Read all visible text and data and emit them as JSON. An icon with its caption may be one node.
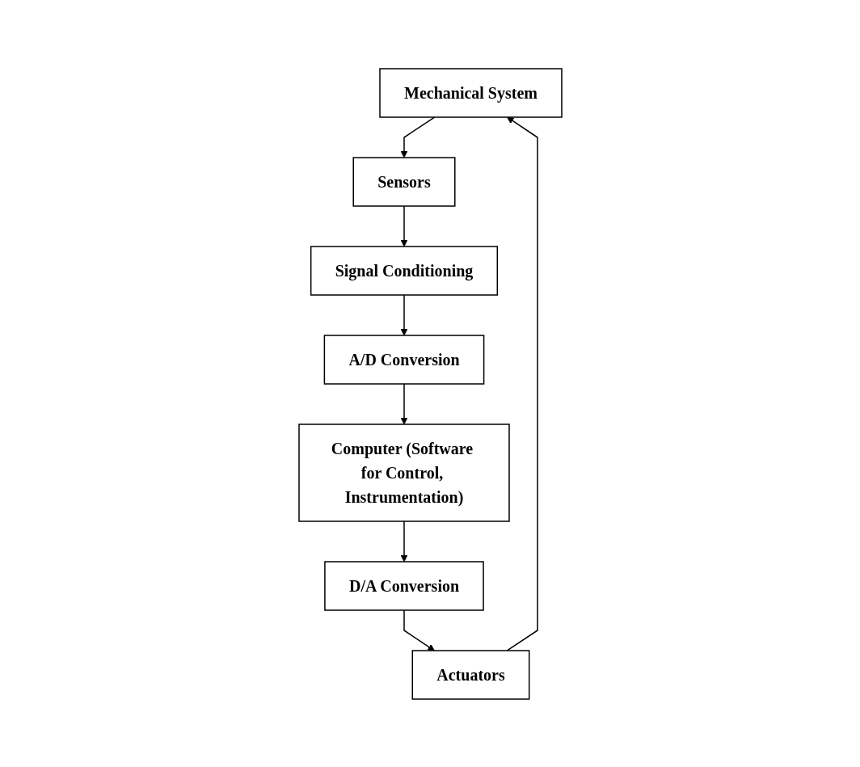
{
  "diagram": {
    "nodes": [
      {
        "text": [
          "Mechanical System"
        ]
      },
      {
        "text": [
          "Sensors"
        ]
      },
      {
        "text": [
          "Signal Conditioning"
        ]
      },
      {
        "text": [
          "A/D Conversion"
        ]
      },
      {
        "text": [
          "Computer (Software for Control, Instrumentation)"
        ]
      },
      {
        "text": [
          "D/A Conversion"
        ]
      },
      {
        "text": [
          "Actuators"
        ]
      }
    ],
    "edges": [
      {
        "from": 0,
        "to": 1,
        "arrow": "to"
      },
      {
        "from": 1,
        "to": 2,
        "arrow": "to"
      },
      {
        "from": 2,
        "to": 3,
        "arrow": "to"
      },
      {
        "from": 3,
        "to": 4,
        "arrow": "to"
      },
      {
        "from": 4,
        "to": 5,
        "arrow": "to"
      },
      {
        "from": 5,
        "to": 6,
        "arrow": "to"
      },
      {
        "from": 6,
        "to": 0,
        "arrow": "to"
      }
    ]
  }
}
